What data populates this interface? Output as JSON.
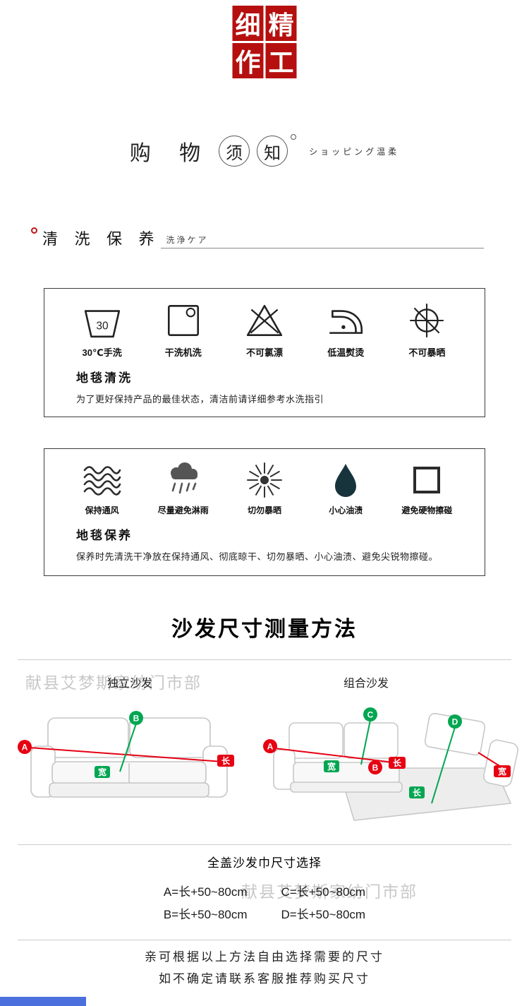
{
  "seal": {
    "chars": [
      "细",
      "精",
      "作",
      "工"
    ],
    "color": "#b5100f"
  },
  "notice": {
    "plain": "购 物",
    "circled": [
      "须",
      "知"
    ],
    "subtitle": "ショッピング温柔"
  },
  "care": {
    "title": "清 洗 保 养",
    "subtitle": "洗浄ケア"
  },
  "wash": {
    "heading": "地毯清洗",
    "desc": "为了更好保持产品的最佳状态，清洁前请详细参考水洗指引",
    "icons": [
      {
        "name": "handwash-30-icon",
        "glyph": "30",
        "label": "30℃手洗"
      },
      {
        "name": "machine-wash-icon",
        "label": "干洗机洗"
      },
      {
        "name": "no-bleach-icon",
        "label": "不可氯漂"
      },
      {
        "name": "low-temp-iron-icon",
        "label": "低温熨烫"
      },
      {
        "name": "no-sun-dry-icon",
        "label": "不可暴晒"
      }
    ]
  },
  "maintain": {
    "heading": "地毯保养",
    "desc": "保养时先清洗干净放在保持通风、彻底晾干、切勿暴晒、小心油渍、避免尖锐物擦碰。",
    "icons": [
      {
        "name": "ventilation-icon",
        "label": "保持通风"
      },
      {
        "name": "avoid-rain-icon",
        "label": "尽量避免淋雨"
      },
      {
        "name": "no-sun-icon",
        "label": "切勿暴晒"
      },
      {
        "name": "oil-stain-icon",
        "label": "小心油渍"
      },
      {
        "name": "no-scratch-icon",
        "label": "避免硬物擦碰"
      }
    ]
  },
  "measure": {
    "title": "沙发尺寸测量方法",
    "watermark": "献县艾梦斯家纺门市部",
    "left_sofa": {
      "label": "独立沙发",
      "markers": {
        "a": "A",
        "b": "B",
        "len": "长",
        "wid": "宽"
      }
    },
    "right_sofa": {
      "label": "组合沙发",
      "markers": {
        "a": "A",
        "b": "B",
        "c": "C",
        "d": "D",
        "len1": "长",
        "wid1": "宽",
        "len2": "长",
        "wid2": "宽"
      }
    },
    "marker_red": "#e60012",
    "marker_green": "#00a651"
  },
  "size_guide": {
    "title": "全盖沙发巾尺寸选择",
    "watermark": "献县艾梦斯家纺门市部",
    "formulas": {
      "a": "A=长+50~80cm",
      "b": "B=长+50~80cm",
      "c": "C=长+50~80cm",
      "d": "D=长+50~80cm"
    }
  },
  "footer": {
    "line1": "亲可根据以上方法自由选择需要的尺寸",
    "line2": "如不确定请联系客服推荐购买尺寸"
  }
}
